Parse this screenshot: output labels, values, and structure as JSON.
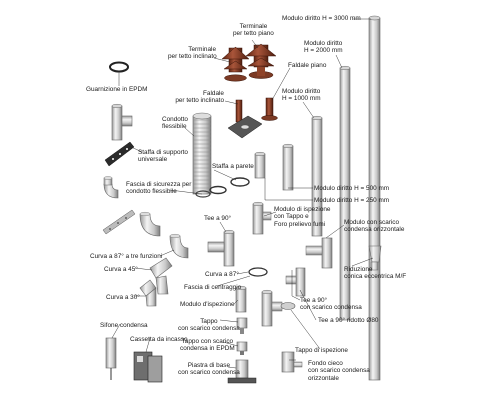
{
  "labels": {
    "guarnizione": "Guarnizione in EPDM",
    "terminale_piano": "Terminale\nper tetto piano",
    "terminale_inclinato": "Terminale\nper tetto inclinato",
    "faldale_piano": "Faldale piano",
    "faldale_inclinato": "Faldale\nper tetto inclinato",
    "modulo_3000": "Modulo diritto H = 3000 mm",
    "modulo_2000": "Modulo diritto\nH = 2000 mm",
    "modulo_1000": "Modulo diritto\nH = 1000 mm",
    "condotto_flessibile": "Condotto\nflessibile",
    "staffa_universale": "Staffa di supporto\nuniversale",
    "staffa_parete": "Staffa a parete",
    "fascia_sicurezza": "Fascia di sicurezza per\ncondotto flessibile",
    "modulo_500": "Modulo diritto H = 500 mm",
    "modulo_250": "Modulo diritto H = 250 mm",
    "modulo_ispezione_tappo": "Modulo di ispezione\ncon Tappo e\nForo prelievo fumi",
    "modulo_scarico_orizz": "Modulo con scarico\ncondensa orizzontale",
    "tee_90": "Tee a 90°",
    "curva_87_tre": "Curva a 87° a tre funzioni",
    "riduzione": "Riduzione\nconica eccentrica M/F",
    "curva_45": "Curva a 45°",
    "curva_87": "Curva a 87°",
    "fascia_centraggio": "Fascia di centraggio",
    "curva_30": "Curva a 30°",
    "modulo_ispezione": "Modulo d'ispezione",
    "tee_scarico": "Tee a 90°\ncon scarico condensa",
    "tee_ridotto": "Tee a 90° ridotto Ø80",
    "sifone": "Sifone condensa",
    "tappo_scarico": "Tappo\ncon scarico condensa",
    "tappo_ispezione": "Tappo di ispezione",
    "cassetta": "Cassetta da incasso",
    "tappo_epdm": "Tappo con scarico\ncondensa in EPDM",
    "piastra": "Piastra di base\ncon scarico condensa",
    "fondo_cieco": "Fondo cieco\ncon scarico condensa\norizzontale"
  },
  "colors": {
    "metal_light": "#eeeeee",
    "metal_mid": "#bdbdbd",
    "metal_dark": "#7a7a7a",
    "terracotta": "#8a3c22",
    "leader": "#222222"
  }
}
